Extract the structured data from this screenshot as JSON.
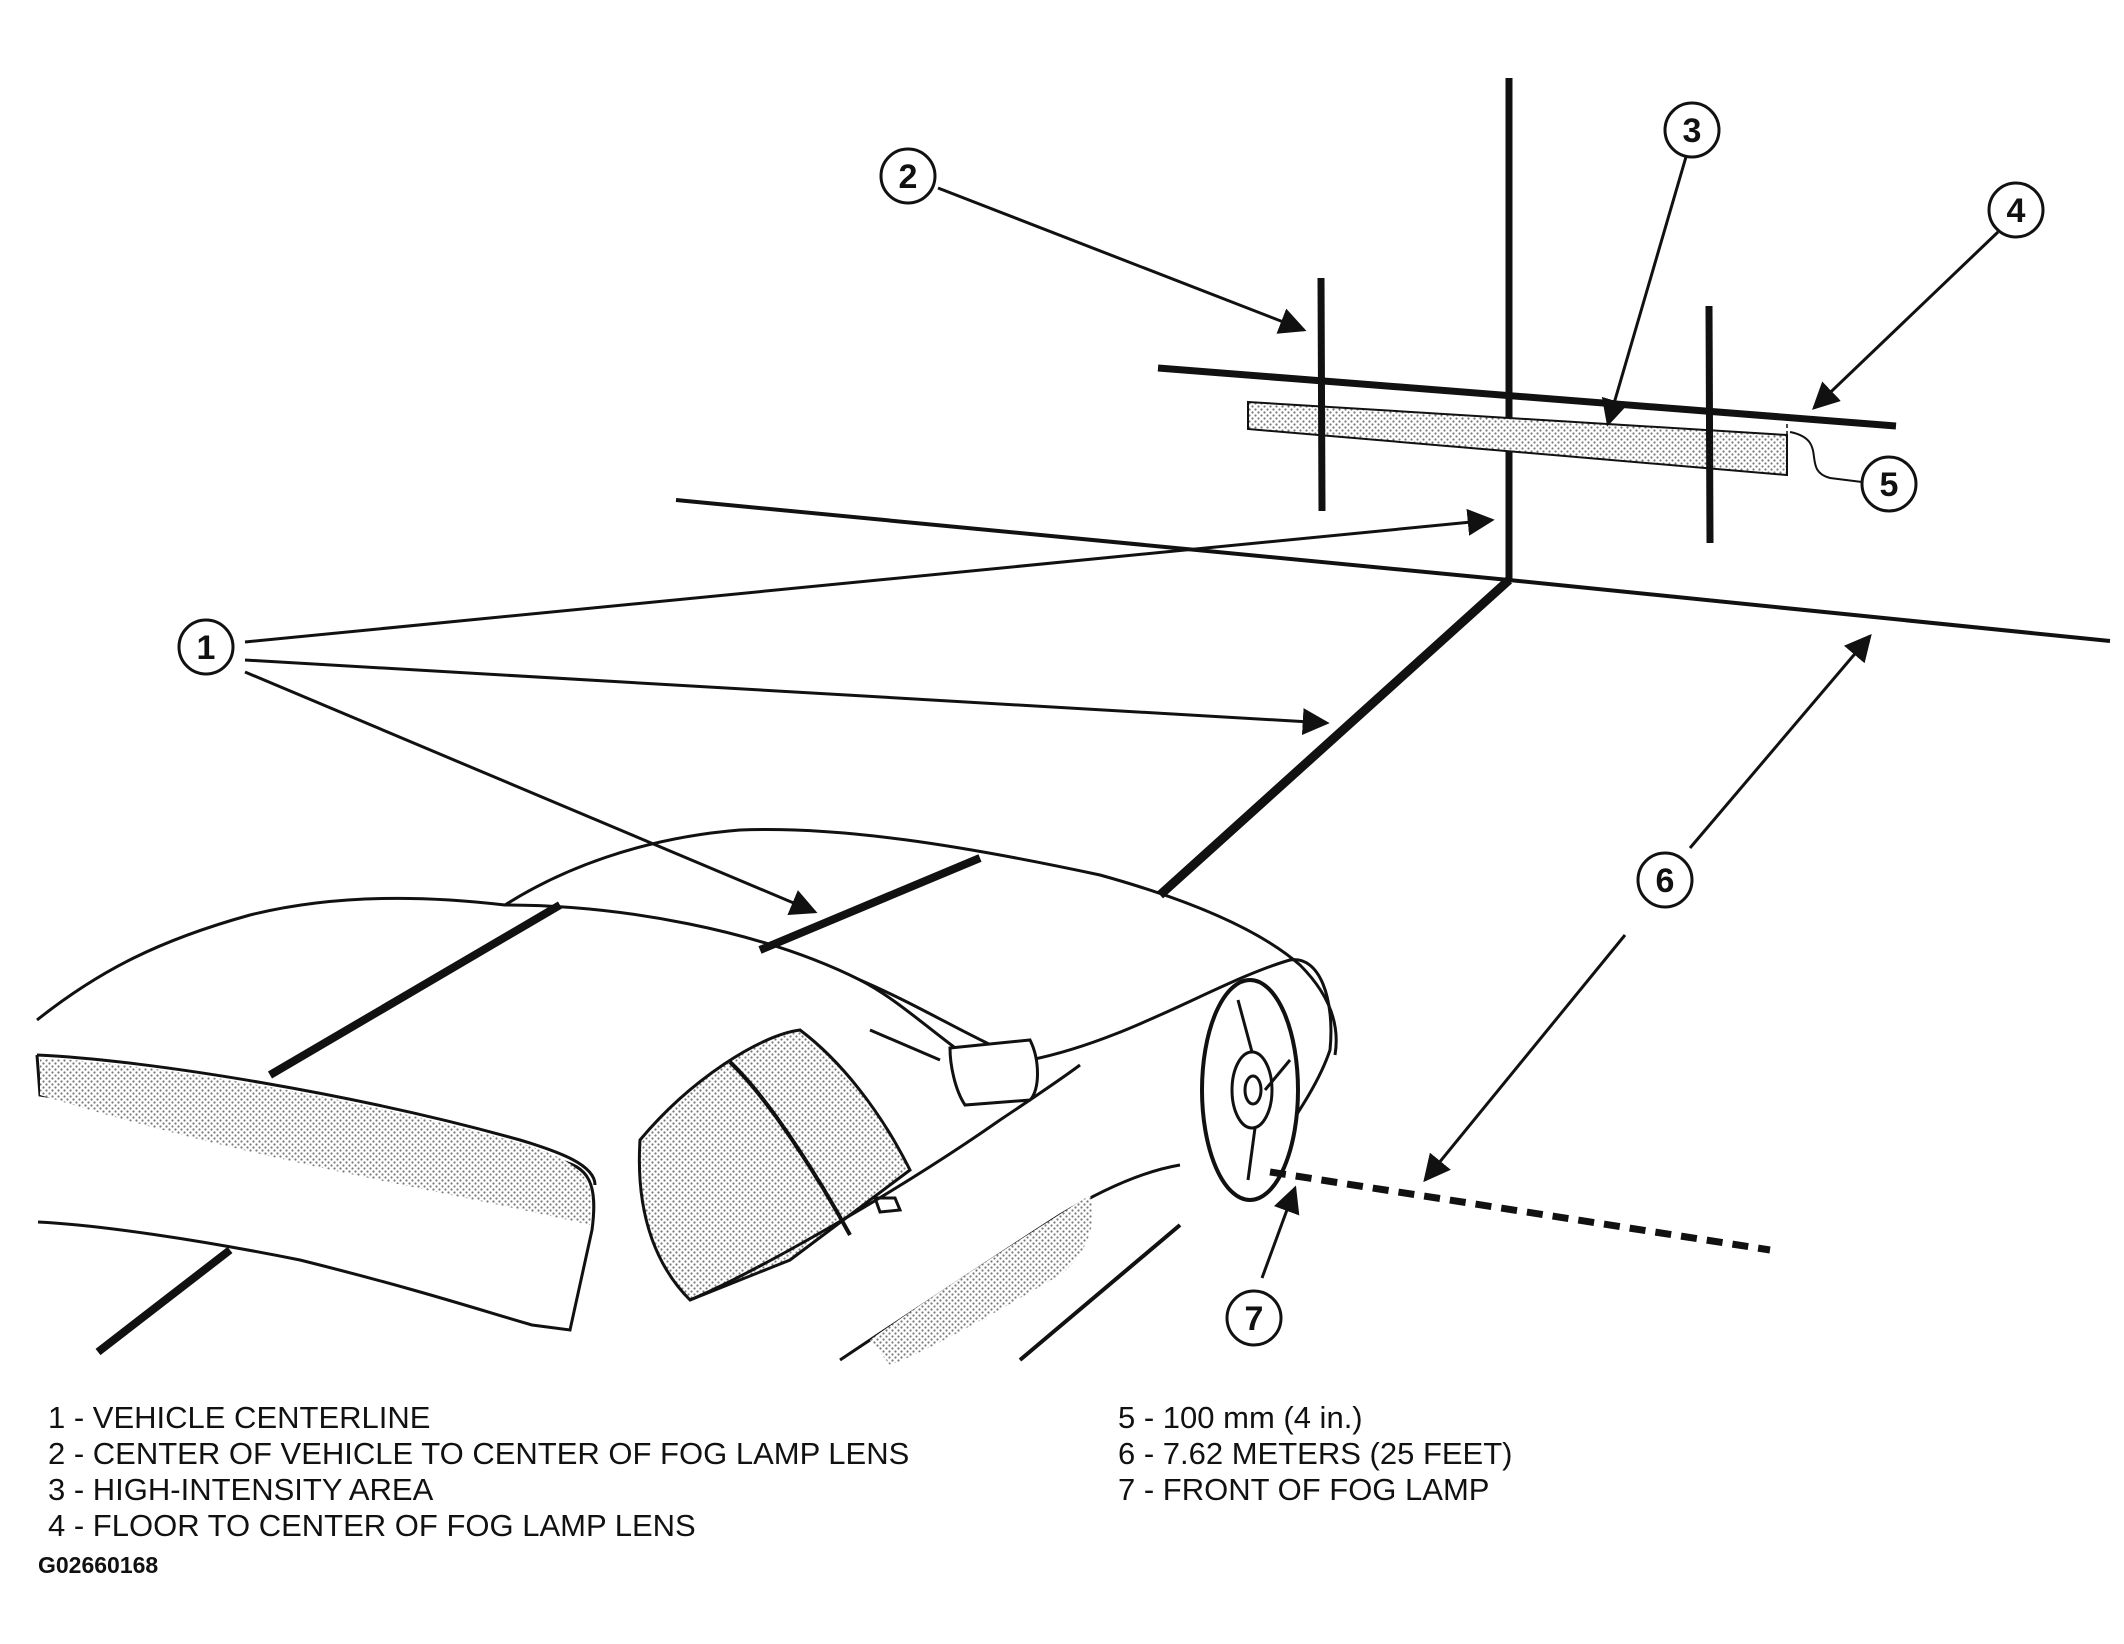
{
  "callouts": [
    "1",
    "2",
    "3",
    "4",
    "5",
    "6",
    "7"
  ],
  "legend": {
    "left": [
      "1 - VEHICLE CENTERLINE",
      "2 - CENTER OF VEHICLE TO CENTER OF FOG LAMP LENS",
      "3 - HIGH-INTENSITY AREA",
      "4 - FLOOR TO CENTER OF FOG LAMP LENS"
    ],
    "right": [
      "5 - 100 mm (4 in.)",
      "6 - 7.62 METERS (25 FEET)",
      "7 - FRONT OF FOG LAMP"
    ]
  },
  "figure_id": "G02660168",
  "colors": {
    "ink": "#111111",
    "shade": "#c8c8c8"
  }
}
